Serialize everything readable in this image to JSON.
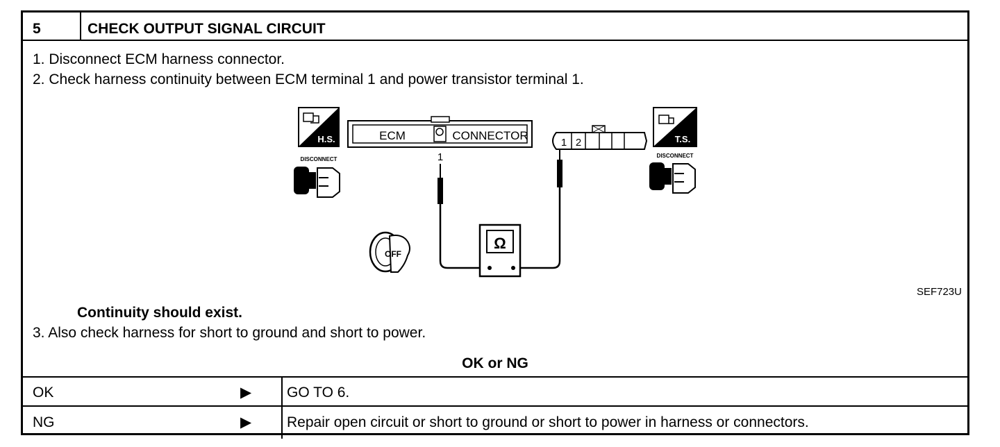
{
  "header": {
    "step_number": "5",
    "title": "CHECK OUTPUT SIGNAL CIRCUIT"
  },
  "steps": {
    "step1": "1.  Disconnect ECM harness connector.",
    "step2": "2.  Check harness continuity between ECM terminal 1 and power transistor terminal 1.",
    "result_note": "Continuity should exist.",
    "step3": "3.  Also check harness for short to ground and short to power."
  },
  "diagram": {
    "hs_label": "H.S.",
    "ts_label": "T.S.",
    "disconnect_left": "DISCONNECT",
    "disconnect_right": "DISCONNECT",
    "ecm_label": "ECM",
    "connector_label": "CONNECTOR",
    "ecm_terminal": "1",
    "pt_terminal_1": "1",
    "pt_terminal_2": "2",
    "ohm_symbol": "Ω",
    "ignition_label": "OFF",
    "figure_code": "SEF723U"
  },
  "decision": {
    "prompt": "OK or NG",
    "rows": [
      {
        "result": "OK",
        "arrow": "▶",
        "action": "GO TO 6."
      },
      {
        "result": "NG",
        "arrow": "▶",
        "action": "Repair open circuit or short to ground or short to power in harness or connectors."
      }
    ]
  }
}
